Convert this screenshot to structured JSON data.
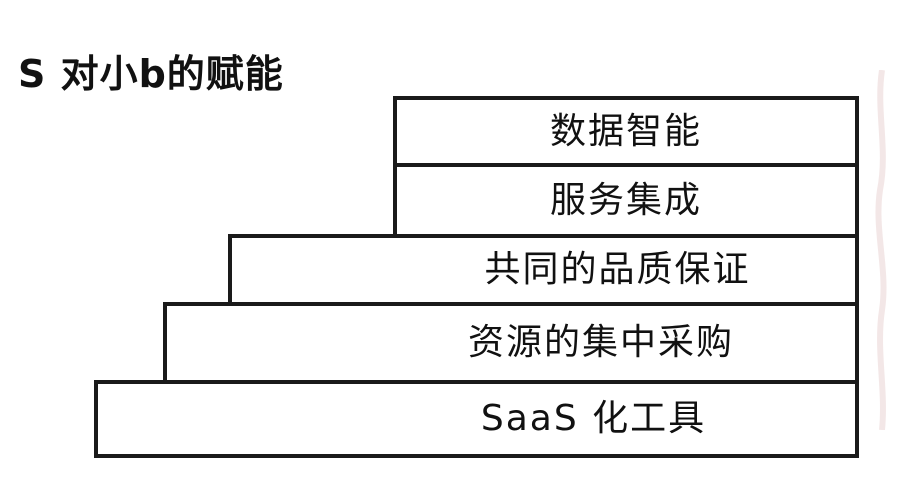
{
  "title": "S 对小b的赋能",
  "layers": [
    {
      "label": "数据智能"
    },
    {
      "label": "服务集成"
    },
    {
      "label": "共同的品质保证"
    },
    {
      "label": "资源的集中采购"
    },
    {
      "label": "SaaS 化工具"
    }
  ],
  "colors": {
    "border": "#1a1a1a",
    "background": "#ffffff",
    "text": "#111111"
  }
}
